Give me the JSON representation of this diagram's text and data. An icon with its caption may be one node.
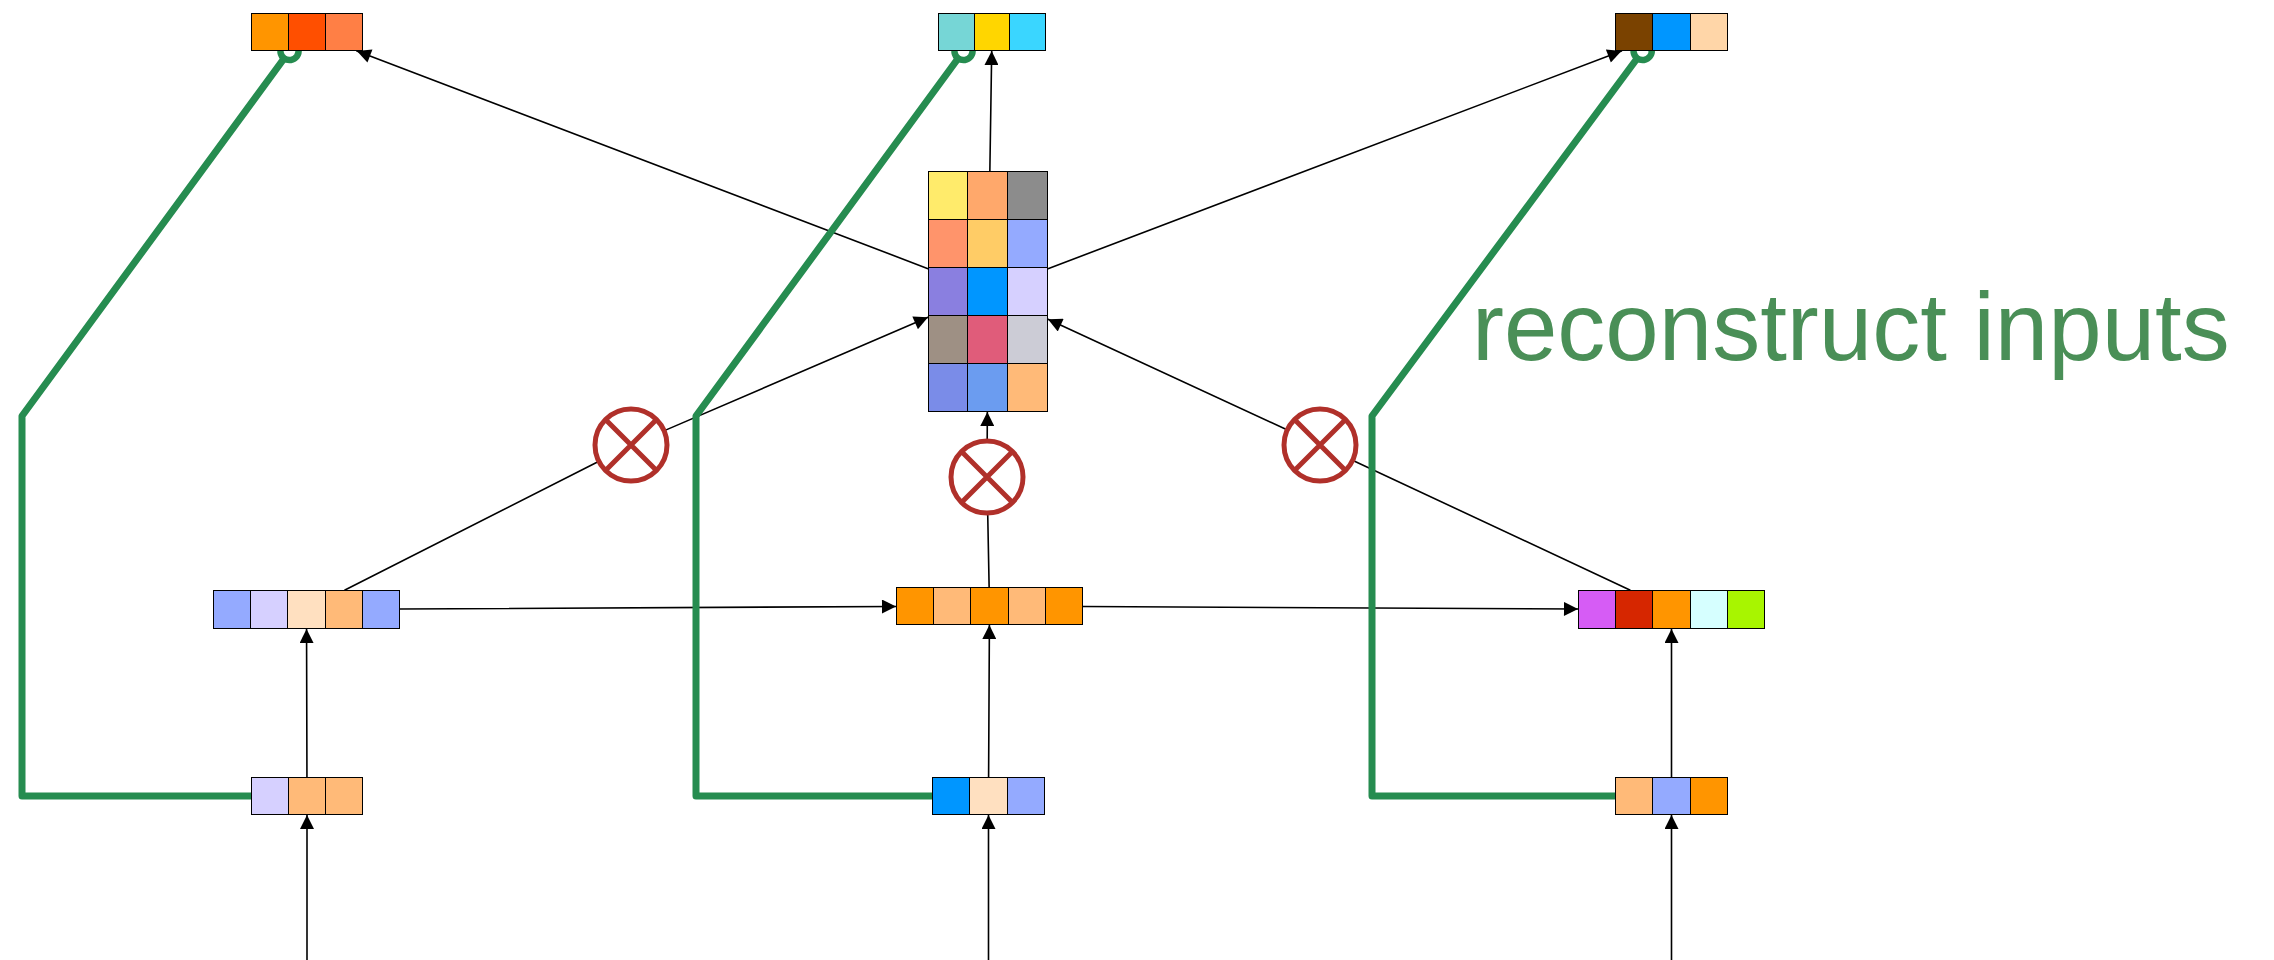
{
  "diagram": {
    "nodes": [
      {
        "text": [],
        "shape": "bar"
      },
      {
        "text": [],
        "shape": "bar"
      },
      {
        "text": [],
        "shape": "bar"
      },
      {
        "text": [],
        "shape": "box"
      },
      {
        "text": [],
        "shape": "circle"
      },
      {
        "text": [],
        "shape": "circle"
      },
      {
        "text": [],
        "shape": "circle"
      },
      {
        "text": [],
        "shape": "bar"
      },
      {
        "text": [],
        "shape": "bar"
      },
      {
        "text": [],
        "shape": "bar"
      },
      {
        "text": [],
        "shape": "bar"
      },
      {
        "text": [],
        "shape": "bar"
      },
      {
        "text": [],
        "shape": "bar"
      }
    ],
    "edges": [
      {
        "from": 3,
        "to": 0,
        "arrow": "to"
      },
      {
        "from": 3,
        "to": 1,
        "arrow": "to"
      },
      {
        "from": 3,
        "to": 2,
        "arrow": "to"
      },
      {
        "from": 7,
        "to": 4,
        "arrow": "none"
      },
      {
        "from": 4,
        "to": 3,
        "arrow": "to"
      },
      {
        "from": 8,
        "to": 5,
        "arrow": "none"
      },
      {
        "from": 5,
        "to": 3,
        "arrow": "to"
      },
      {
        "from": 9,
        "to": 6,
        "arrow": "none"
      },
      {
        "from": 6,
        "to": 3,
        "arrow": "to"
      },
      {
        "from": 7,
        "to": 8,
        "arrow": "to"
      },
      {
        "from": 8,
        "to": 9,
        "arrow": "to"
      },
      {
        "from": 10,
        "to": 7,
        "arrow": "to"
      },
      {
        "from": 11,
        "to": 8,
        "arrow": "to"
      },
      {
        "from": 12,
        "to": 9,
        "arrow": "to"
      },
      {
        "from": null,
        "to": 10,
        "arrow": "to"
      },
      {
        "from": null,
        "to": 11,
        "arrow": "to"
      },
      {
        "from": null,
        "to": 12,
        "arrow": "to"
      },
      {
        "from": 10,
        "to": 0,
        "arrow": "other",
        "style": "thick",
        "color": "#268c50"
      },
      {
        "from": 11,
        "to": 1,
        "arrow": "other",
        "style": "thick",
        "color": "#268c50"
      },
      {
        "from": 12,
        "to": 2,
        "arrow": "other",
        "style": "thick",
        "color": "#268c50"
      }
    ],
    "labels": [
      "reconstruct inputs"
    ]
  }
}
